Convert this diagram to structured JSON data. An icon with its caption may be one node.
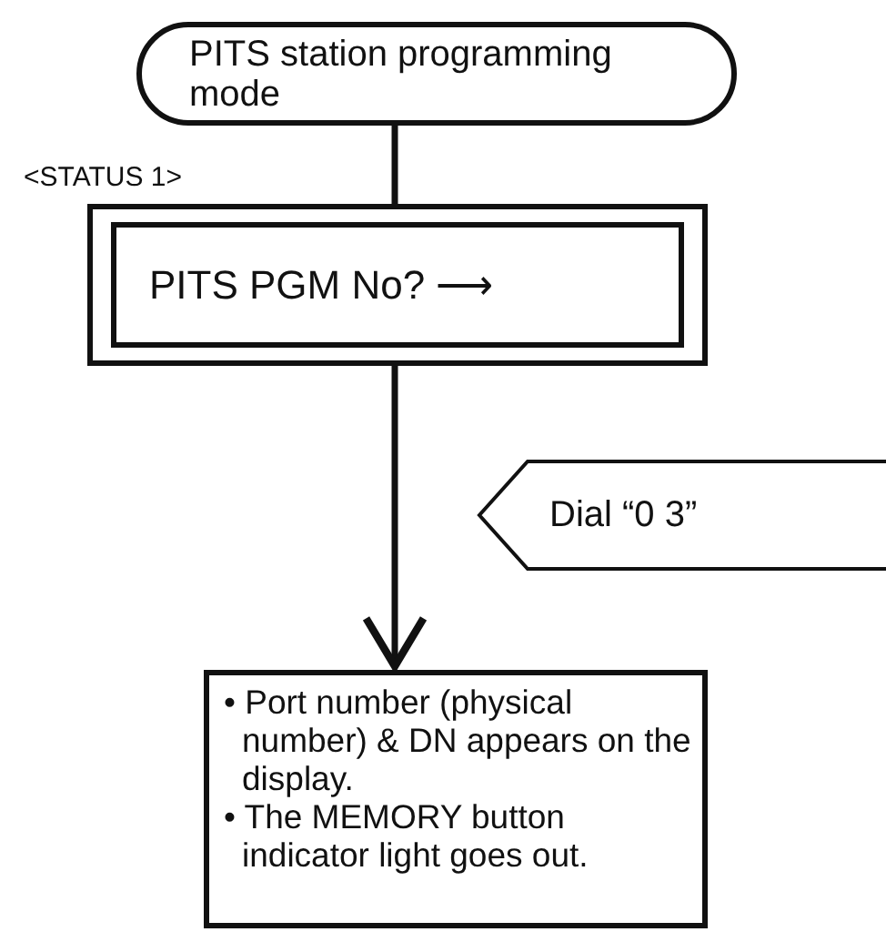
{
  "diagram": {
    "nodes": [
      {
        "text": [
          "PITS station programming mode"
        ]
      },
      {
        "text": [
          "<STATUS 1>",
          "PITS PGM No? ⟶"
        ]
      },
      {
        "text": [
          "Dial “0 3”"
        ]
      },
      {
        "text": [
          "• Port number (physical number) & DN appears on the display.",
          "• The MEMORY button indicator light goes out."
        ]
      }
    ],
    "edges": [
      {
        "from": 0,
        "to": 1,
        "arrow": "none"
      },
      {
        "from": 1,
        "to": 3,
        "arrow": "to"
      }
    ]
  }
}
